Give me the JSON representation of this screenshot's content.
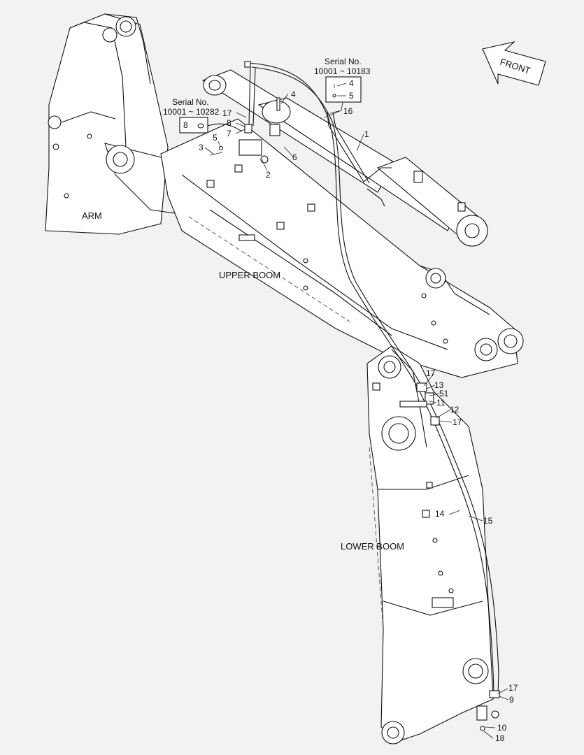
{
  "front_label": "FRONT",
  "sections": {
    "arm": "ARM",
    "upper_boom": "UPPER BOOM",
    "lower_boom": "LOWER BOOM"
  },
  "serial_notes": [
    {
      "title": "Serial No.",
      "range": "10001 ~ 10183",
      "items": [
        "4",
        "5"
      ]
    },
    {
      "title": "Serial No.",
      "range": "10001 ~ 10282",
      "items": [
        "8"
      ]
    }
  ],
  "callouts": [
    "1",
    "2",
    "3",
    "4",
    "5",
    "6",
    "7",
    "8",
    "9",
    "10",
    "11",
    "12",
    "13",
    "14",
    "15",
    "16",
    "17",
    "18",
    "51"
  ]
}
